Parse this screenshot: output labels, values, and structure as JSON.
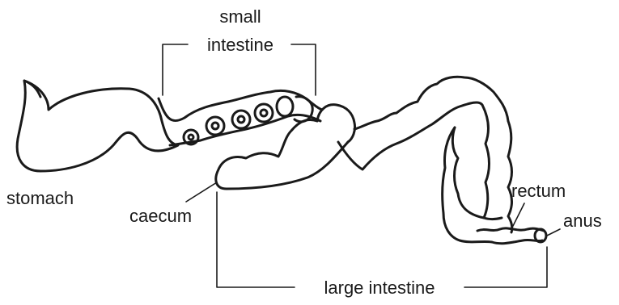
{
  "labels": {
    "small_intestine_line1": "small",
    "small_intestine_line2": "intestine",
    "stomach": "stomach",
    "caecum": "caecum",
    "rectum": "rectum",
    "anus": "anus",
    "large_intestine": "large intestine"
  },
  "colors": {
    "ink": "#1a1a1a",
    "background": "#ffffff"
  }
}
